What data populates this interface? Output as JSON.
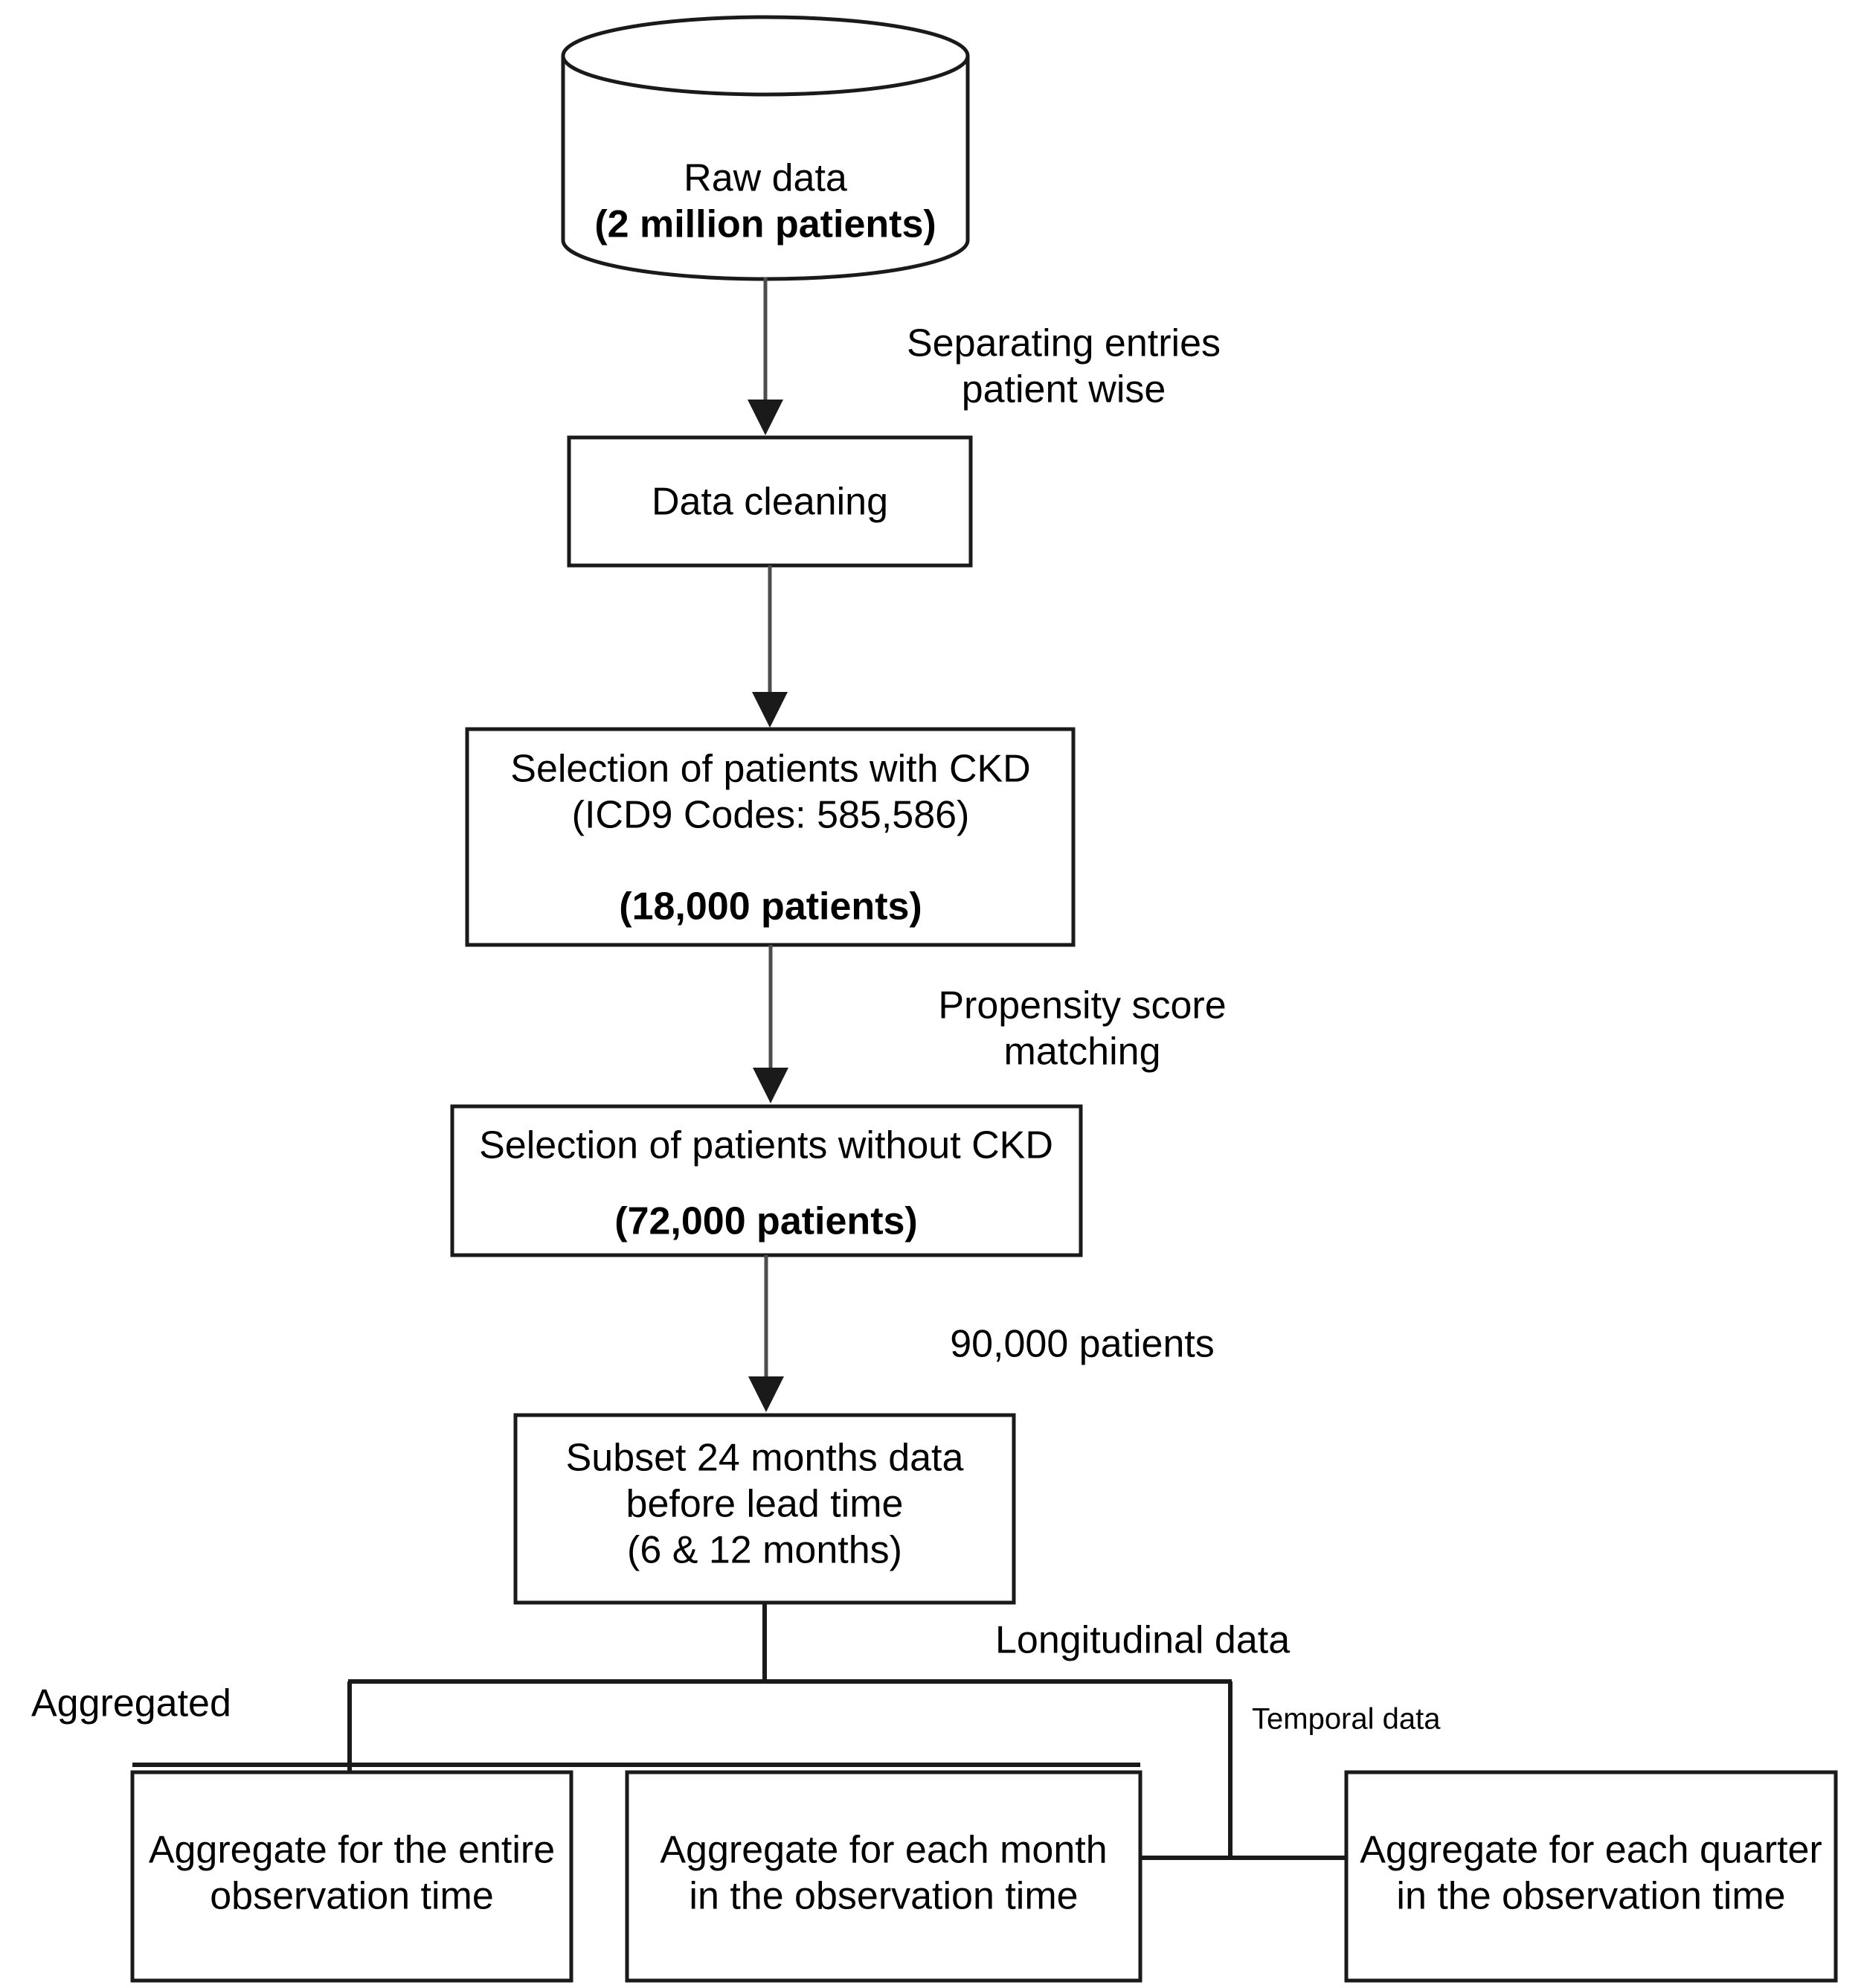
{
  "diagram": {
    "type": "flowchart",
    "title": "",
    "orientation": "top-to-bottom",
    "background_color": "#ffffff",
    "line_color": "#1a1a1a",
    "text_color": "#000000"
  },
  "nodes": {
    "raw_data": {
      "shape": "cylinder",
      "line1": "Raw data",
      "line2": "(2 million patients)",
      "line2_bold": true
    },
    "data_cleaning": {
      "shape": "rectangle",
      "line1": "Data cleaning"
    },
    "with_ckd": {
      "shape": "rectangle",
      "line1": "Selection of patients with CKD",
      "line2": "(ICD9 Codes: 585,586)",
      "line3": "(18,000 patients)",
      "line3_bold": true
    },
    "without_ckd": {
      "shape": "rectangle",
      "line1": "Selection of patients without CKD",
      "line2": "(72,000 patients)",
      "line2_bold": true
    },
    "subset": {
      "shape": "rectangle",
      "line1": "Subset 24 months data",
      "line2": "before lead time",
      "line3": "(6 & 12 months)"
    },
    "agg_entire": {
      "shape": "rectangle",
      "line1": "Aggregate for the entire",
      "line2": "observation time"
    },
    "agg_month": {
      "shape": "rectangle",
      "line1": "Aggregate for each month",
      "line2": "in the observation time"
    },
    "agg_quarter": {
      "shape": "rectangle",
      "line1": "Aggregate for each quarter",
      "line2": "in the observation time"
    }
  },
  "edge_labels": {
    "separating": {
      "line1": "Separating entries",
      "line2": "patient wise"
    },
    "propensity": {
      "line1": "Propensity score",
      "line2": "matching"
    },
    "ninety_thousand": "90,000 patients",
    "aggregated": "Aggregated",
    "longitudinal": "Longitudinal data",
    "temporal": "Temporal data"
  },
  "edges": [
    {
      "from": "raw_data",
      "to": "data_cleaning",
      "label": "Separating entries patient wise",
      "arrow": true
    },
    {
      "from": "data_cleaning",
      "to": "with_ckd",
      "label": "",
      "arrow": true
    },
    {
      "from": "with_ckd",
      "to": "without_ckd",
      "label": "Propensity score matching",
      "arrow": true
    },
    {
      "from": "without_ckd",
      "to": "subset",
      "label": "90,000 patients",
      "arrow": true
    },
    {
      "from": "subset",
      "to": "agg_entire",
      "label": "Aggregated",
      "arrow": false
    },
    {
      "from": "subset",
      "to": "agg_month",
      "label": "Longitudinal data",
      "arrow": false
    },
    {
      "from": "subset",
      "to": "agg_quarter",
      "label": "Temporal data",
      "arrow": false
    }
  ]
}
